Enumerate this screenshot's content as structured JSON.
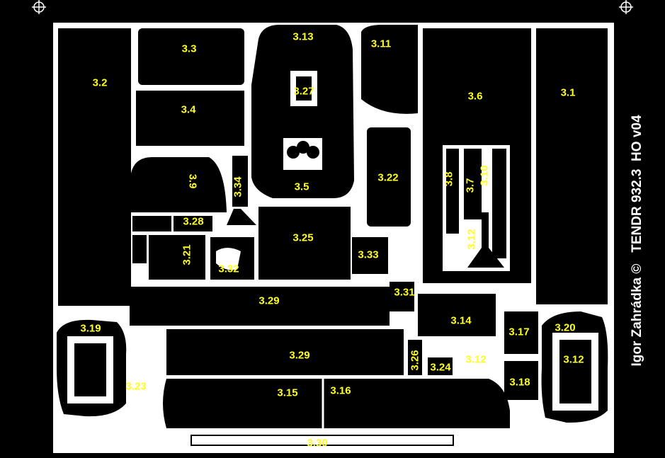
{
  "credit": "Igor Zahrádka ©   TENDR 932.3  HO v04",
  "colors": {
    "label": "#ffff1e",
    "fret": "#ffffff",
    "part": "#000000"
  },
  "labels": [
    "3.13",
    "3.11",
    "3.3",
    "3.2",
    "3.27",
    "3.6",
    "3.1",
    "3.4",
    "3.22",
    "3.9",
    "3.34",
    "3.5",
    "3.8",
    "3.7",
    "3.10",
    "3.28",
    "3.25",
    "3.12",
    "3.21",
    "3.33",
    "3.32",
    "3.31",
    "3.29",
    "3.14",
    "3.19",
    "3.17",
    "3.20",
    "3.29",
    "3.26",
    "3.12",
    "3.24",
    "3.12",
    "3.23",
    "3.18",
    "3.15",
    "3.16",
    "3.30"
  ]
}
